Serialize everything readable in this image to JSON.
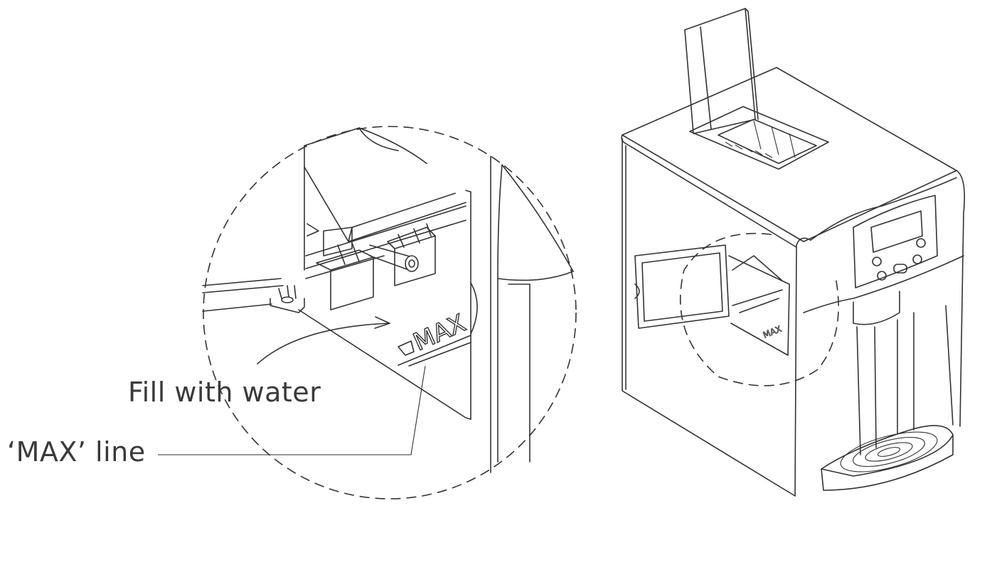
{
  "labels": {
    "fill": "Fill with water",
    "max_line": "‘MAX’ line"
  },
  "embossed": {
    "max_mark": "MAX"
  }
}
